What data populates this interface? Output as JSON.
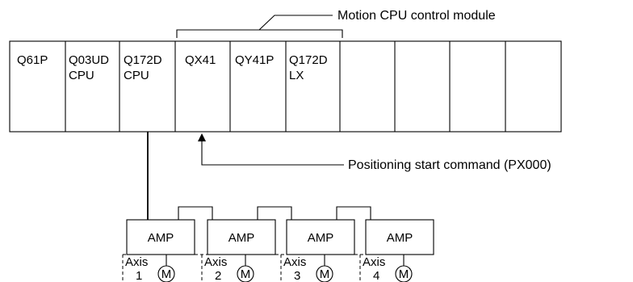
{
  "title_label": "Motion CPU control module",
  "command_label": "Positioning start command (PX000)",
  "modules": [
    {
      "line1": "Q61P",
      "line2": ""
    },
    {
      "line1": "Q03UD",
      "line2": "CPU"
    },
    {
      "line1": "Q172D",
      "line2": "CPU"
    },
    {
      "line1": "QX41",
      "line2": ""
    },
    {
      "line1": "QY41P",
      "line2": ""
    },
    {
      "line1": "Q172D",
      "line2": "LX"
    },
    {
      "line1": "",
      "line2": ""
    },
    {
      "line1": "",
      "line2": ""
    },
    {
      "line1": "",
      "line2": ""
    },
    {
      "line1": "",
      "line2": ""
    }
  ],
  "amplifiers": [
    {
      "label": "AMP",
      "axis_label": "Axis",
      "axis_number": "1",
      "motor": "M"
    },
    {
      "label": "AMP",
      "axis_label": "Axis",
      "axis_number": "2",
      "motor": "M"
    },
    {
      "label": "AMP",
      "axis_label": "Axis",
      "axis_number": "3",
      "motor": "M"
    },
    {
      "label": "AMP",
      "axis_label": "Axis",
      "axis_number": "4",
      "motor": "M"
    }
  ]
}
